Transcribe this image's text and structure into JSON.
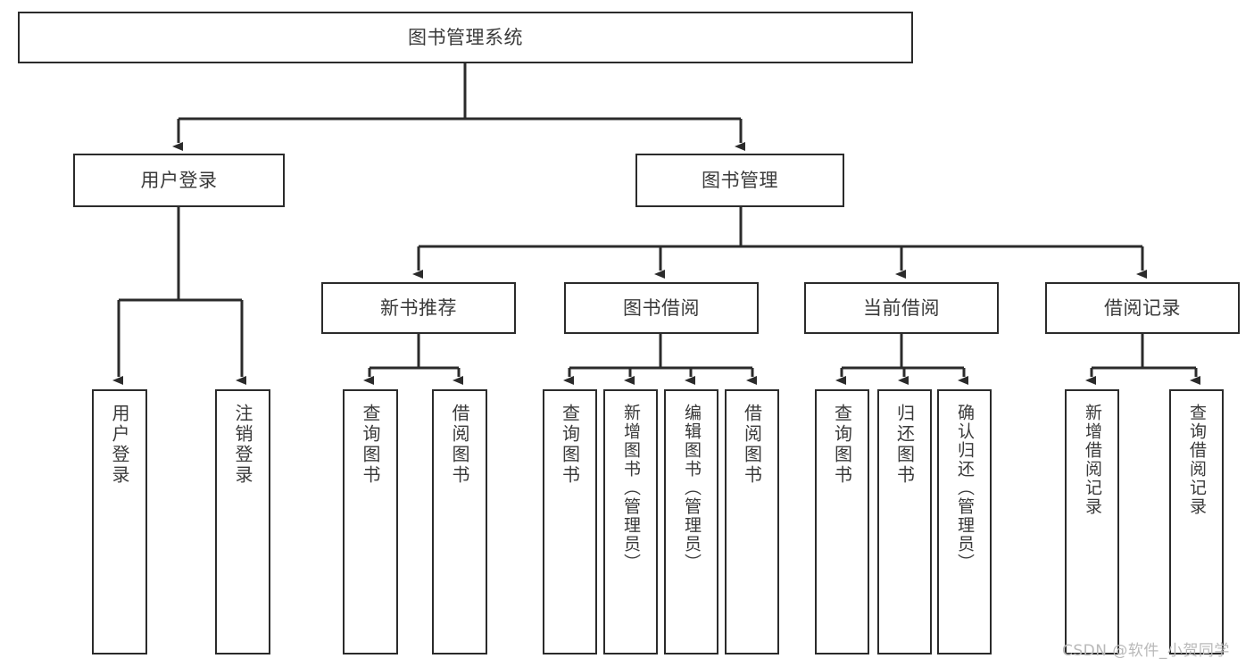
{
  "diagram": {
    "title_node": {
      "label": "图书管理系统"
    },
    "level2": [
      {
        "label": "用户登录"
      },
      {
        "label": "图书管理"
      }
    ],
    "level3": [
      {
        "label": "新书推荐"
      },
      {
        "label": "图书借阅"
      },
      {
        "label": "当前借阅"
      },
      {
        "label": "借阅记录"
      }
    ],
    "leaves": {
      "user_login": [
        {
          "label": "用户登录"
        },
        {
          "label": "注销登录"
        }
      ],
      "new_book_recommend": [
        {
          "label": "查询图书"
        },
        {
          "label": "借阅图书"
        }
      ],
      "book_borrow": [
        {
          "label": "查询图书"
        },
        {
          "label": "新增图书（管理员）"
        },
        {
          "label": "编辑图书（管理员）"
        },
        {
          "label": "借阅图书"
        }
      ],
      "current_borrow": [
        {
          "label": "查询图书"
        },
        {
          "label": "归还图书"
        },
        {
          "label": "确认归还（管理员）"
        }
      ],
      "borrow_record": [
        {
          "label": "新增借阅记录"
        },
        {
          "label": "查询借阅记录"
        }
      ]
    }
  },
  "watermark": {
    "text": "CSDN @软件_小贺同学"
  },
  "colors": {
    "stroke": "#2b2b2b",
    "text": "#3a3a3a",
    "background": "#ffffff",
    "watermark": "#b9b9b9"
  }
}
